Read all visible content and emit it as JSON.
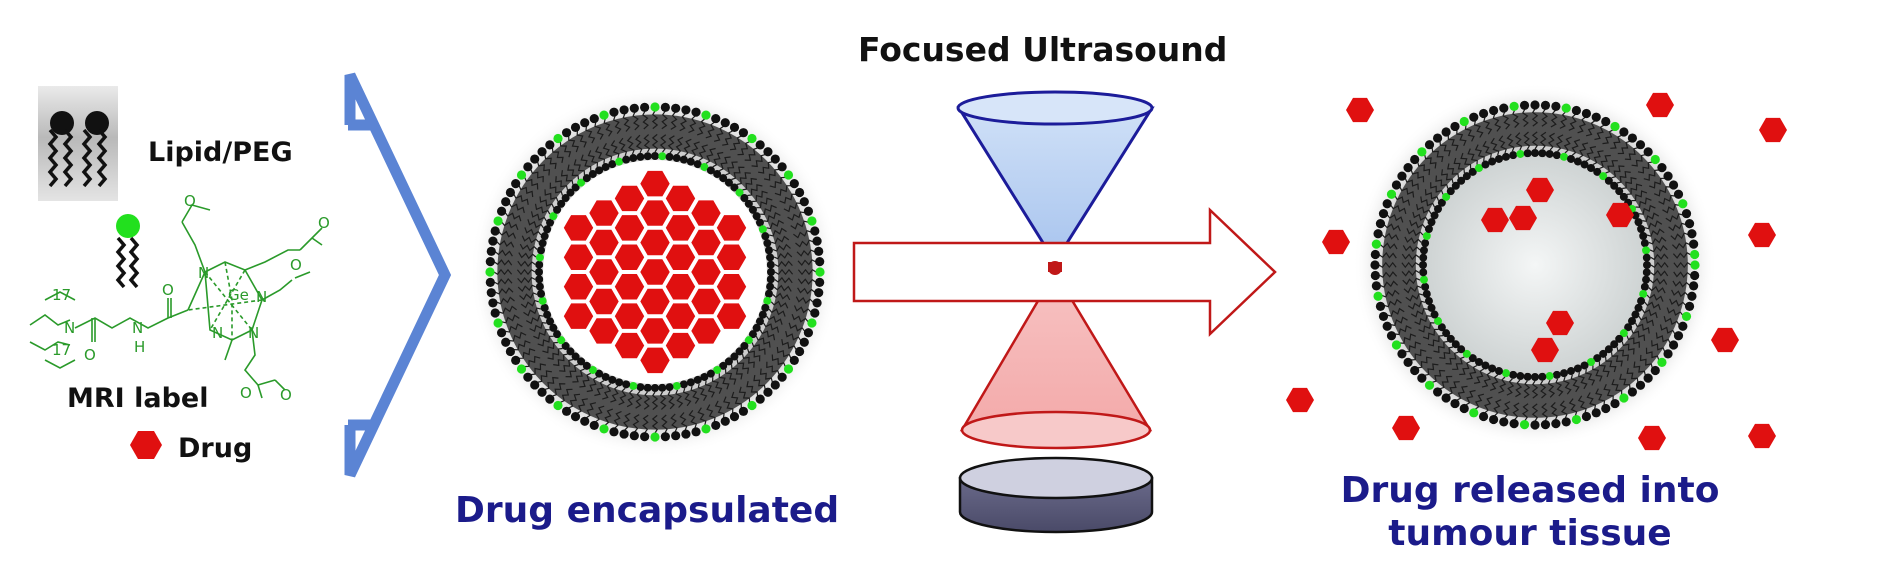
{
  "labels": {
    "lipid_peg": "Lipid/PEG",
    "mri_label": "MRI label",
    "drug": "Drug",
    "focused_ultrasound": "Focused Ultrasound",
    "drug_encapsulated": "Drug encapsulated",
    "drug_released_line1": "Drug released into",
    "drug_released_line2": "tumour tissue"
  },
  "chem_labels": {
    "ge": "Ge",
    "n": "N",
    "h": "H",
    "o": "O",
    "n17": "17"
  },
  "colors": {
    "lipid_head": "#111111",
    "mri_head": "#22e01e",
    "drug": "#e01010",
    "chemistry": "#2a9a2a",
    "chevron": "#5b84d4",
    "upper_cone": "#1c1c9a",
    "lower_cone": "#c01818",
    "caption": "#1b1b8a",
    "transducer": "#5f5f80"
  },
  "icons": {
    "lipid": "lipid-bilayer-icon",
    "mri": "green-head-lipid-icon",
    "drug": "red-hexagon-icon"
  }
}
